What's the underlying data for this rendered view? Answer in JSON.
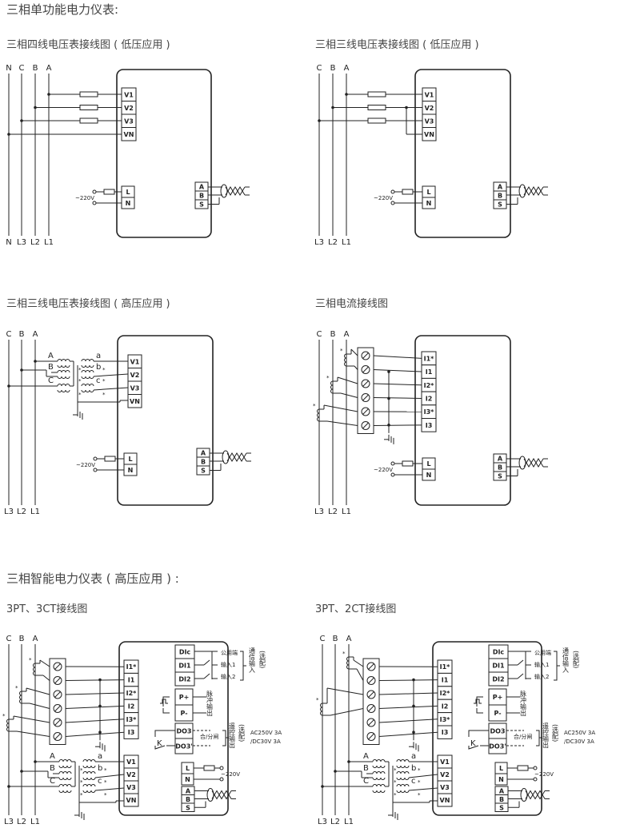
{
  "section1_title": "三相单功能电力仪表:",
  "section2_title": "三相智能电力仪表 ( 高压应用 ) :",
  "diagrams": [
    {
      "title": "三相四线电压表接线图 ( 低压应用 )",
      "phase_top": [
        "N",
        "C",
        "B",
        "A"
      ],
      "phase_bottom": [
        "N",
        "L3",
        "L2",
        "L1"
      ],
      "terminals": [
        "V1",
        "V2",
        "V3",
        "VN"
      ],
      "power_terminals": [
        "L",
        "N"
      ],
      "comm_terminals": [
        "A",
        "B",
        "S"
      ],
      "supply_label": "~220V"
    },
    {
      "title": "三相三线电压表接线图 ( 低压应用 )",
      "phase_top": [
        "C",
        "B",
        "A"
      ],
      "phase_bottom": [
        "L3",
        "L2",
        "L1"
      ],
      "terminals": [
        "V1",
        "V2",
        "V3",
        "VN"
      ],
      "power_terminals": [
        "L",
        "N"
      ],
      "comm_terminals": [
        "A",
        "B",
        "S"
      ],
      "supply_label": "~220V"
    },
    {
      "title": "三相三线电压表接线图 ( 高压应用 )",
      "phase_top": [
        "C",
        "B",
        "A"
      ],
      "phase_bottom": [
        "L3",
        "L2",
        "L1"
      ],
      "pt_primary": [
        "A",
        "B",
        "C"
      ],
      "pt_secondary": [
        "a",
        "b",
        "c"
      ],
      "terminals": [
        "V1",
        "V2",
        "V3",
        "VN"
      ],
      "power_terminals": [
        "L",
        "N"
      ],
      "comm_terminals": [
        "A",
        "B",
        "S"
      ],
      "supply_label": "~220V"
    },
    {
      "title": "三相电流接线图",
      "phase_top": [
        "C",
        "B",
        "A"
      ],
      "phase_bottom": [
        "L3",
        "L2",
        "L1"
      ],
      "terminals": [
        "I1*",
        "I1",
        "I2*",
        "I2",
        "I3*",
        "I3"
      ],
      "power_terminals": [
        "L",
        "N"
      ],
      "comm_terminals": [
        "A",
        "B",
        "S"
      ],
      "supply_label": "~220V"
    },
    {
      "title": "3PT、3CT接线图",
      "phase_top": [
        "C",
        "B",
        "A"
      ],
      "phase_bottom": [
        "L3",
        "L2",
        "L1"
      ],
      "pt_primary": [
        "A",
        "B",
        "C"
      ],
      "pt_secondary": [
        "a",
        "b",
        "c"
      ],
      "ct_terminals": [
        "I1*",
        "I1",
        "I2*",
        "I2",
        "I3*",
        "I3"
      ],
      "voltage_terminals": [
        "V1",
        "V2",
        "V3",
        "VN"
      ],
      "di_terminals": [
        "DIc",
        "DI1",
        "DI2"
      ],
      "di_labels": [
        "公用端",
        "输入1",
        "输入2"
      ],
      "di_group": "通信输入",
      "optional": "(选配)",
      "pulse_terminals": [
        "P+",
        "P-"
      ],
      "pulse_label": "脉冲输出",
      "do_terminals": [
        "DO3",
        "DO3'"
      ],
      "do_action": "合/分闸",
      "do_group": "遥控输出",
      "do_rating": [
        "AC250V  3A",
        "/DC30V  3A"
      ],
      "relay": "K",
      "power_terminals": [
        "L",
        "N"
      ],
      "comm_terminals": [
        "A",
        "B",
        "S"
      ],
      "supply_label": "~220V"
    },
    {
      "title": "3PT、2CT接线图",
      "phase_top": [
        "C",
        "B",
        "A"
      ],
      "phase_bottom": [
        "L3",
        "L2",
        "L1"
      ],
      "pt_primary": [
        "A",
        "B",
        "C"
      ],
      "pt_secondary": [
        "a",
        "b",
        "c"
      ],
      "ct_terminals": [
        "I1*",
        "I1",
        "I2*",
        "I2",
        "I3*",
        "I3"
      ],
      "voltage_terminals": [
        "V1",
        "V2",
        "V3",
        "VN"
      ],
      "di_terminals": [
        "DIc",
        "DI1",
        "DI2"
      ],
      "di_labels": [
        "公用端",
        "输入1",
        "输入2"
      ],
      "di_group": "通信输入",
      "optional": "(选配)",
      "pulse_terminals": [
        "P+",
        "P-"
      ],
      "pulse_label": "脉冲输出",
      "do_terminals": [
        "DO3",
        "DO3'"
      ],
      "do_action": "合/分闸",
      "do_group": "遥控输出",
      "do_rating": [
        "AC250V  3A",
        "/DC30V  3A"
      ],
      "relay": "K",
      "power_terminals": [
        "L",
        "N"
      ],
      "comm_terminals": [
        "A",
        "B",
        "S"
      ],
      "supply_label": "~220V"
    }
  ]
}
